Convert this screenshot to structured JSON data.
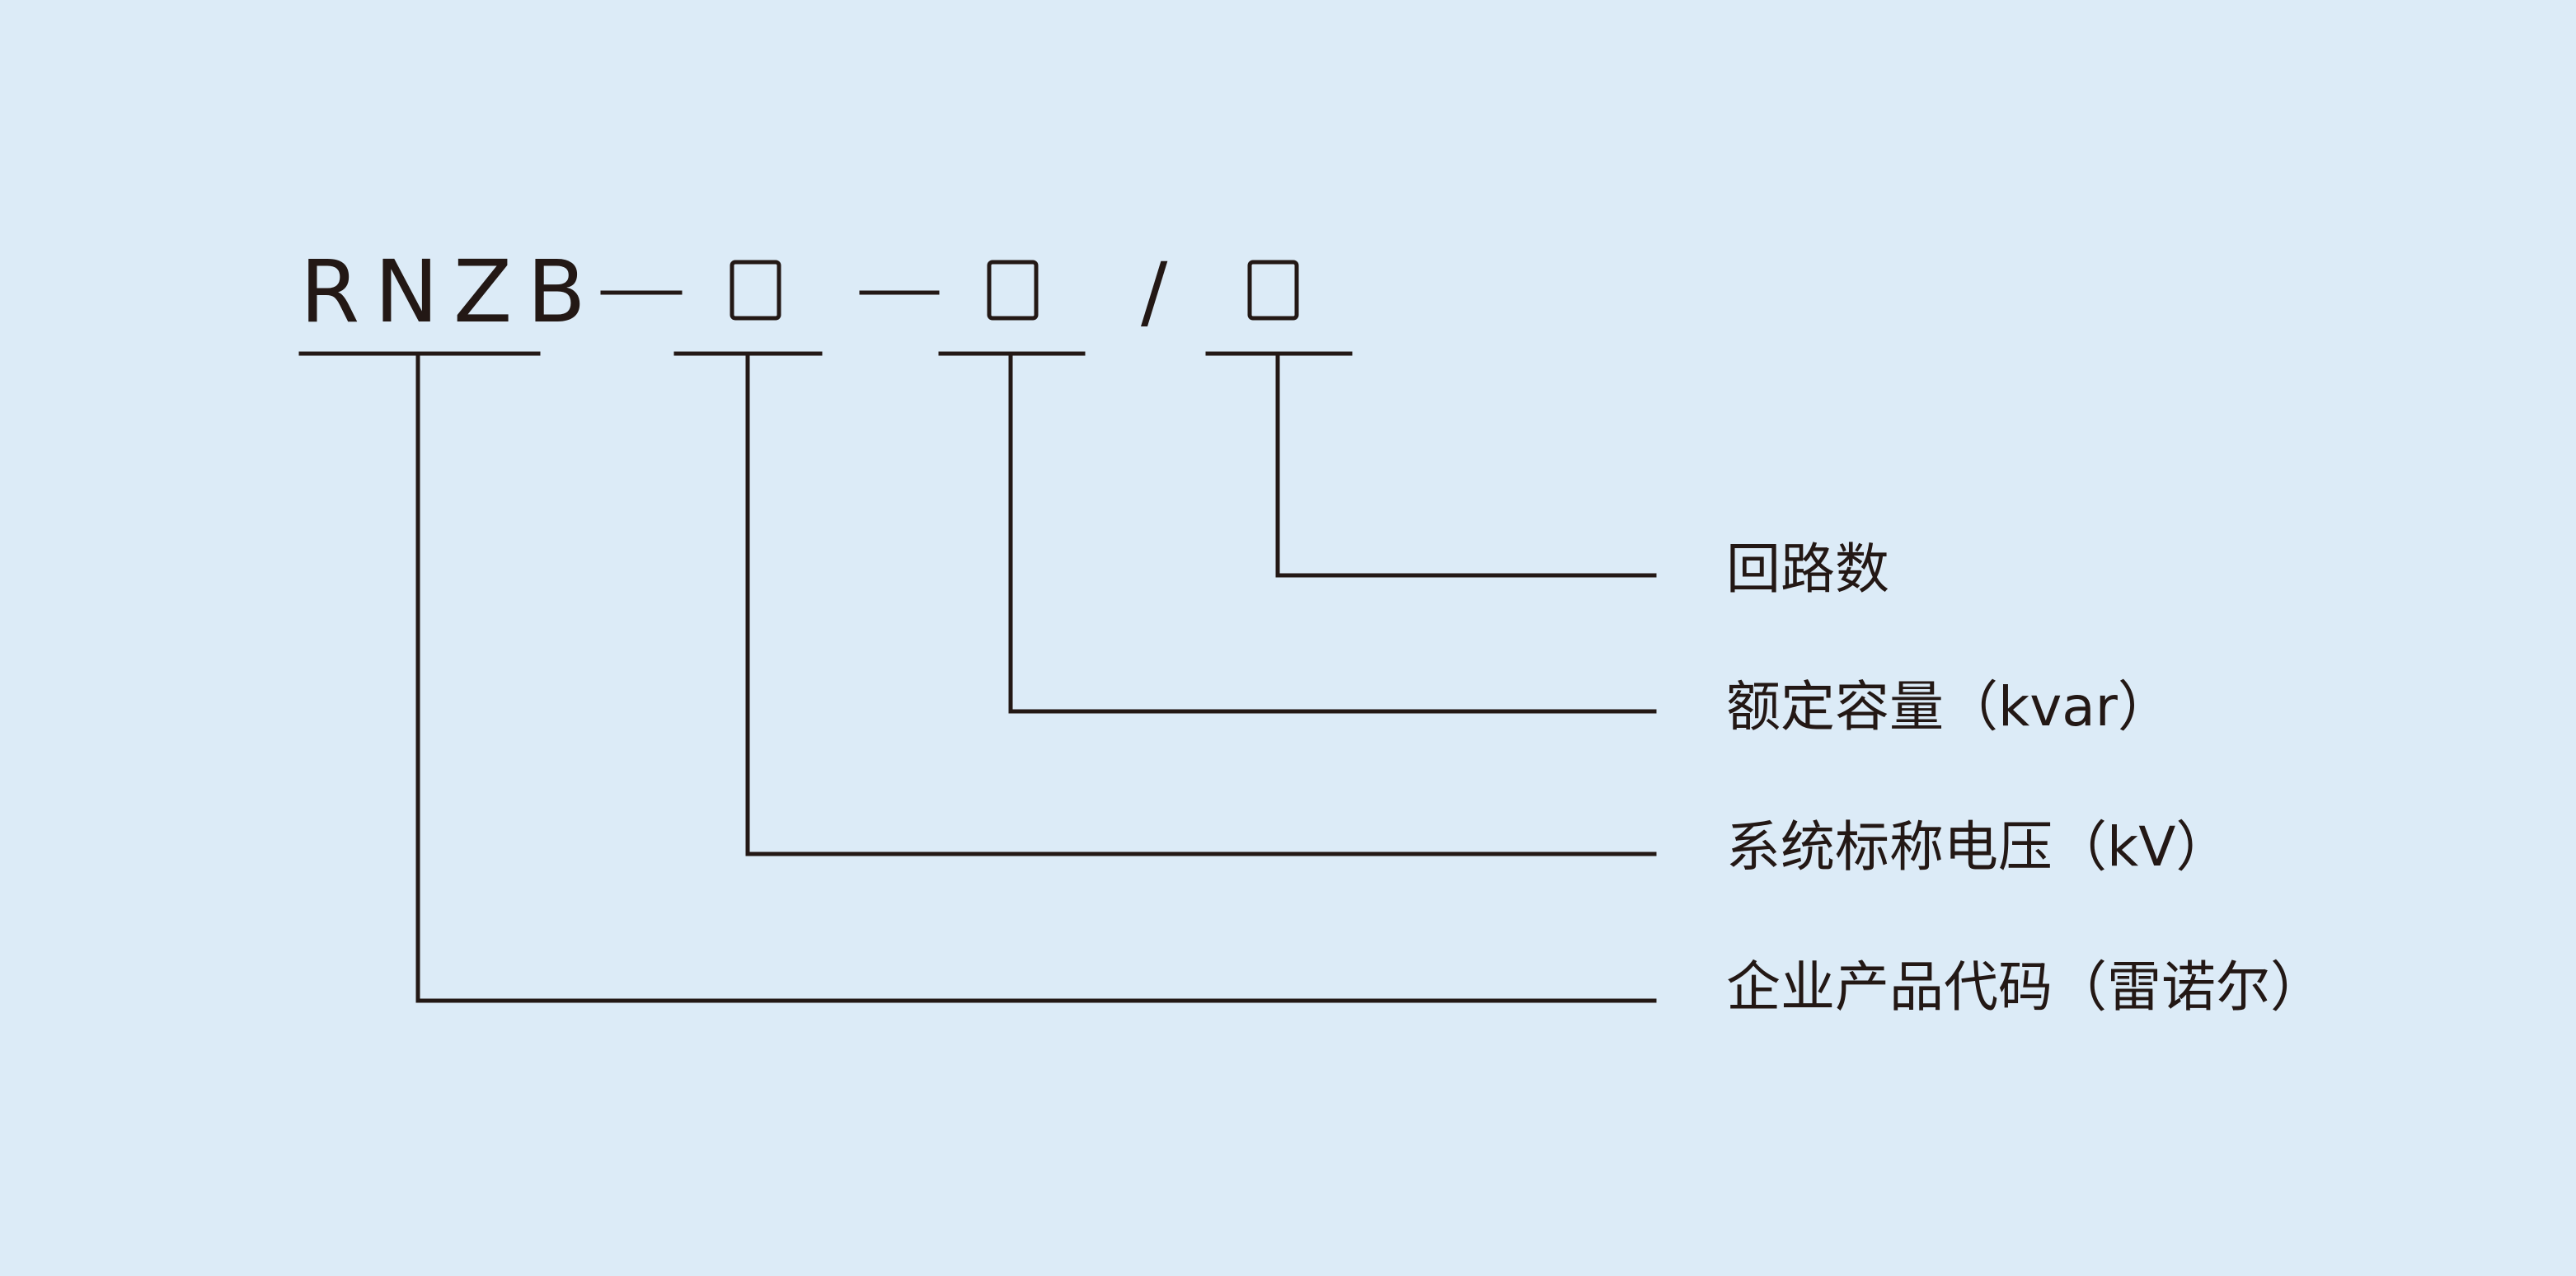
{
  "code": {
    "prefix": "RNZB",
    "separator": "/"
  },
  "labels": {
    "circuits": "回路数",
    "rated_capacity": "额定容量（kvar）",
    "nominal_voltage": "系统标称电压（kV）",
    "company_code": "企业产品代码（雷诺尔）"
  },
  "colors": {
    "background": "#DCEBF7",
    "ink": "#231815"
  }
}
